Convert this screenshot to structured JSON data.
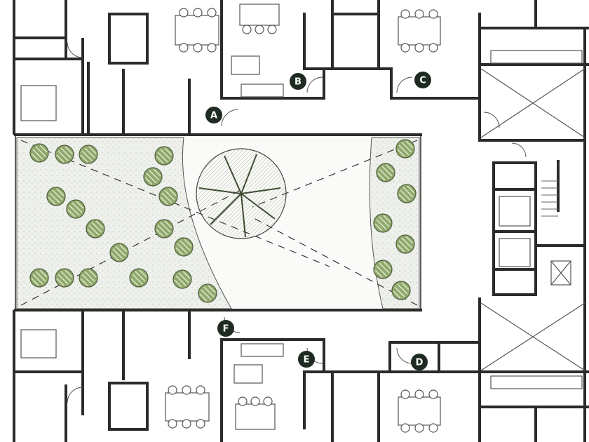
{
  "plan": {
    "colors": {
      "wall": "#2b2b2b",
      "line": "#444444",
      "garden": "#e9ece6",
      "tree": "#8fa86b",
      "tree_stroke": "#4f5d3c",
      "marker": "#1f2a22"
    },
    "markers": [
      {
        "id": "a",
        "label": "A"
      },
      {
        "id": "b",
        "label": "B"
      },
      {
        "id": "c",
        "label": "C"
      },
      {
        "id": "d",
        "label": "D"
      },
      {
        "id": "e",
        "label": "E"
      },
      {
        "id": "f",
        "label": "F"
      }
    ]
  }
}
